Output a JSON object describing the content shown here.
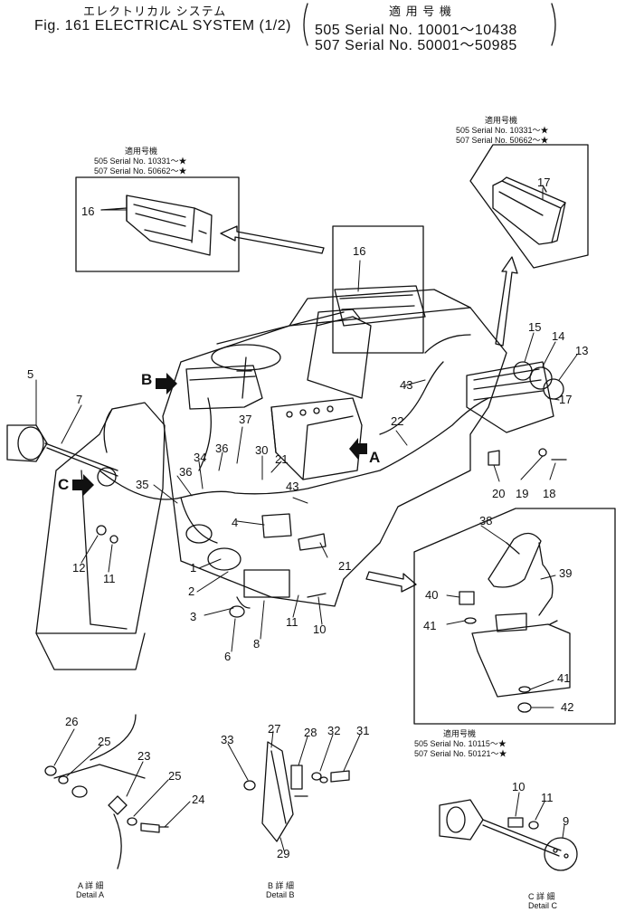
{
  "header": {
    "title_jp": "エレクトリカル システム",
    "title_en": "Fig. 161 ELECTRICAL SYSTEM (1/2)",
    "applic_jp": "適 用 号 機",
    "serial_505": "505 Serial No. 10001～10438",
    "serial_507": "507 Serial No. 50001～50985"
  },
  "insets": {
    "left": {
      "applic": "適用号機",
      "s505": "505 Serial No. 10331～★",
      "s507": "507 Serial No. 50662～★"
    },
    "right": {
      "applic": "適用号機",
      "s505": "505 Serial No. 10331～★",
      "s507": "507 Serial No. 50662～★"
    },
    "lower_right": {
      "applic": "適用号機",
      "s505": "505 Serial No. 10115～★",
      "s507": "507 Serial No. 50121～★"
    }
  },
  "details": {
    "a": {
      "jp": "A 詳 細",
      "en": "Detail A"
    },
    "b": {
      "jp": "B 詳 細",
      "en": "Detail B"
    },
    "c": {
      "jp": "C 詳 細",
      "en": "Detail C"
    }
  },
  "callouts": {
    "n1": "1",
    "n2": "2",
    "n3": "3",
    "n4": "4",
    "n5": "5",
    "n6": "6",
    "n7": "7",
    "n8": "8",
    "n9": "9",
    "n10": "10",
    "n10c": "10",
    "n11": "11",
    "n11b": "11",
    "n11c": "11",
    "n12": "12",
    "n13": "13",
    "n14": "14",
    "n15": "15",
    "n16": "16",
    "n16b": "16",
    "n17": "17",
    "n17b": "17",
    "n18": "18",
    "n19": "19",
    "n20": "20",
    "n21": "21",
    "n21b": "21",
    "n22": "22",
    "n23": "23",
    "n24": "24",
    "n25": "25",
    "n25b": "25",
    "n26": "26",
    "n27": "27",
    "n28": "28",
    "n29": "29",
    "n30": "30",
    "n31": "31",
    "n32": "32",
    "n33": "33",
    "n34": "34",
    "n35": "35",
    "n36": "36",
    "n36b": "36",
    "n37": "37",
    "n38": "38",
    "n39": "39",
    "n40": "40",
    "n41": "41",
    "n41b": "41",
    "n42": "42",
    "n43": "43",
    "n43b": "43"
  },
  "view_markers": {
    "a": "A",
    "b": "B",
    "c": "C"
  }
}
